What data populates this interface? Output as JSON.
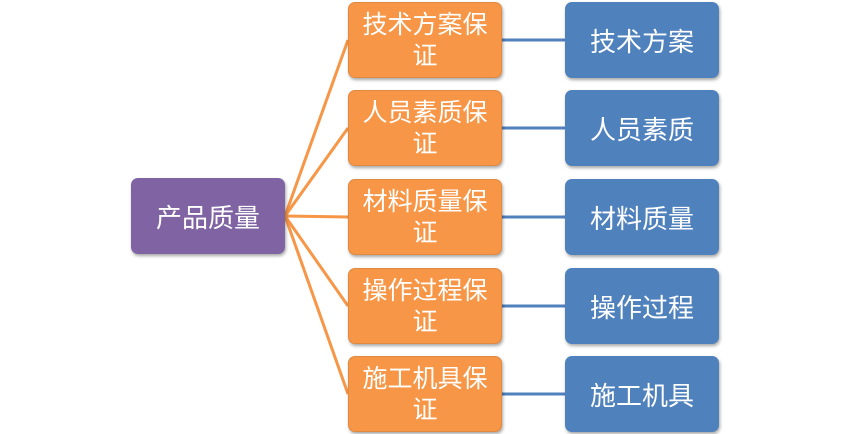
{
  "diagram": {
    "root": {
      "label": "产品质量"
    },
    "branches": [
      {
        "guarantee": "技术方案保证",
        "topic": "技术方案"
      },
      {
        "guarantee": "人员素质保证",
        "topic": "人员素质"
      },
      {
        "guarantee": "材料质量保证",
        "topic": "材料质量"
      },
      {
        "guarantee": "操作过程保证",
        "topic": "操作过程"
      },
      {
        "guarantee": "施工机具保证",
        "topic": "施工机具"
      }
    ]
  },
  "colors": {
    "root": "#7f63a3",
    "guarantee": "#f79646",
    "topic": "#4f81bd",
    "root_link": "#f79646",
    "topic_link": "#4f81bd"
  }
}
